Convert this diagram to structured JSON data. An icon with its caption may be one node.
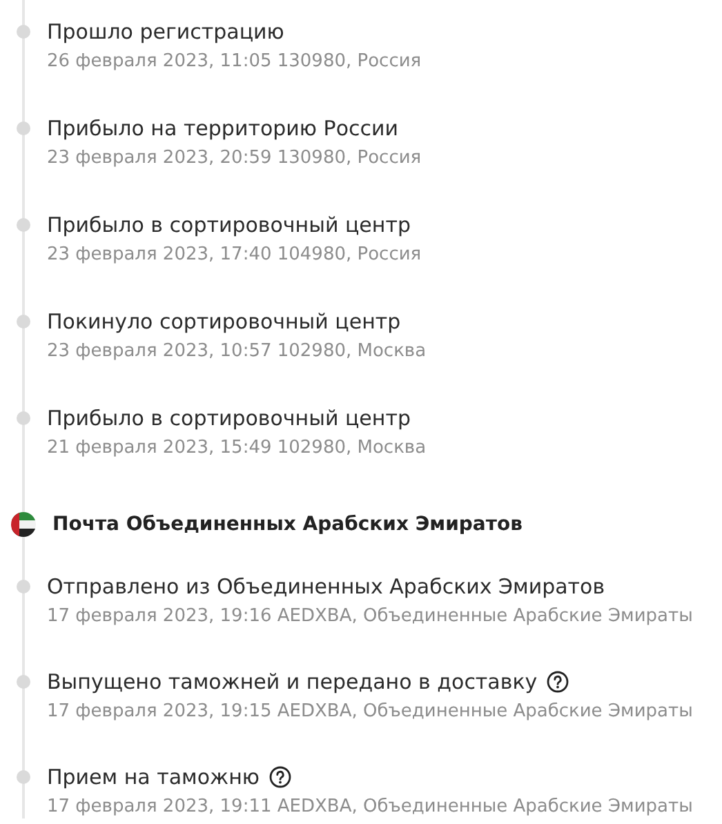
{
  "diagram": {
    "nodes": [
      {
        "text": [
          "Прошло регистрацию",
          "26 февраля 2023, 11:05 130980, Россия"
        ]
      },
      {
        "text": [
          "Прибыло на территорию России",
          "23 февраля 2023, 20:59 130980, Россия"
        ]
      },
      {
        "text": [
          "Прибыло в сортировочный центр",
          "23 февраля 2023, 17:40 104980, Россия"
        ]
      },
      {
        "text": [
          "Покинуло сортировочный центр",
          "23 февраля 2023, 10:57 102980, Москва"
        ]
      },
      {
        "text": [
          "Прибыло в сортировочный центр",
          "21 февраля 2023, 15:49 102980, Москва"
        ]
      },
      {
        "text": [
          "Почта Объединенных Арабских Эмиратов"
        ]
      },
      {
        "text": [
          "Отправлено из Объединенных Арабских Эмиратов",
          "17 февраля 2023, 19:16 AEDXBA, Объединенные Арабские Эмираты"
        ]
      },
      {
        "text": [
          "Выпущено таможней и передано в доставку",
          "17 февраля 2023, 19:15 AEDXBA, Объединенные Арабские Эмираты"
        ]
      },
      {
        "text": [
          "Прием на таможню",
          "17 февраля 2023, 19:11 AEDXBA, Объединенные Арабские Эмираты"
        ]
      }
    ],
    "edges": [
      {
        "from": null,
        "to": 0,
        "arrow": "none"
      },
      {
        "from": 0,
        "to": 1,
        "arrow": "none"
      },
      {
        "from": 1,
        "to": 2,
        "arrow": "none"
      },
      {
        "from": 2,
        "to": 3,
        "arrow": "none"
      },
      {
        "from": 3,
        "to": 4,
        "arrow": "none"
      },
      {
        "from": 4,
        "to": 5,
        "arrow": "none"
      },
      {
        "from": 5,
        "to": 6,
        "arrow": "none"
      },
      {
        "from": 6,
        "to": 7,
        "arrow": "none"
      },
      {
        "from": 7,
        "to": 8,
        "arrow": "none"
      }
    ]
  }
}
